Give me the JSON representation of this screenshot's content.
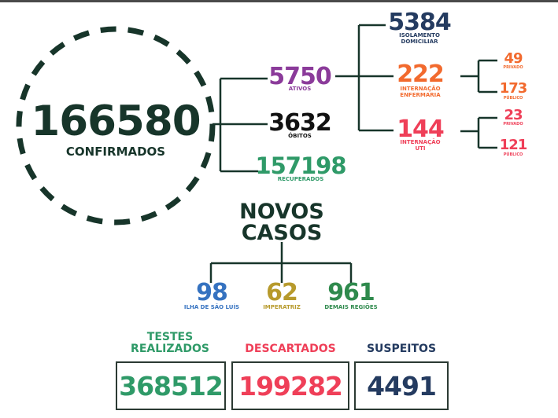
{
  "colors": {
    "dark_green": "#17352a",
    "green": "#2f9a68",
    "purple": "#8b3b9a",
    "black": "#111111",
    "navy": "#243b60",
    "orange": "#f26a2e",
    "red": "#ef3f58",
    "blue": "#3572c0",
    "gold": "#b79a2c",
    "mid_green": "#2f8a4d"
  },
  "confirmados": {
    "value": "166580",
    "label": "CONFIRMADOS"
  },
  "ativos": {
    "value": "5750",
    "label": "ATIVOS"
  },
  "obitos": {
    "value": "3632",
    "label": "ÓBITOS"
  },
  "recuperados": {
    "value": "157198",
    "label": "RECUPERADOS"
  },
  "isolamento": {
    "value": "5384",
    "label_line1": "ISOLAMENTO",
    "label_line2": "DOMICILIAR"
  },
  "enfermaria": {
    "value": "222",
    "label_line1": "INTERNAÇÃO",
    "label_line2": "ENFERMARIA"
  },
  "enfermaria_privado": {
    "value": "49",
    "label": "PRIVADO"
  },
  "enfermaria_publico": {
    "value": "173",
    "label": "PÚBLICO"
  },
  "uti": {
    "value": "144",
    "label_line1": "INTERNAÇÃO",
    "label_line2": "UTI"
  },
  "uti_privado": {
    "value": "23",
    "label": "PRIVADO"
  },
  "uti_publico": {
    "value": "121",
    "label": "PÚBLICO"
  },
  "novos_casos": {
    "line1": "NOVOS",
    "line2": "CASOS"
  },
  "ilha": {
    "value": "98",
    "label": "ILHA DE SÃO LUÍS"
  },
  "imperatriz": {
    "value": "62",
    "label": "IMPERATRIZ"
  },
  "demais": {
    "value": "961",
    "label": "DEMAIS REGIÕES"
  },
  "testes": {
    "label_line1": "TESTES",
    "label_line2": "REALIZADOS",
    "value": "368512"
  },
  "descartados": {
    "label": "DESCARTADOS",
    "value": "199282"
  },
  "suspeitos": {
    "label": "SUSPEITOS",
    "value": "4491"
  }
}
